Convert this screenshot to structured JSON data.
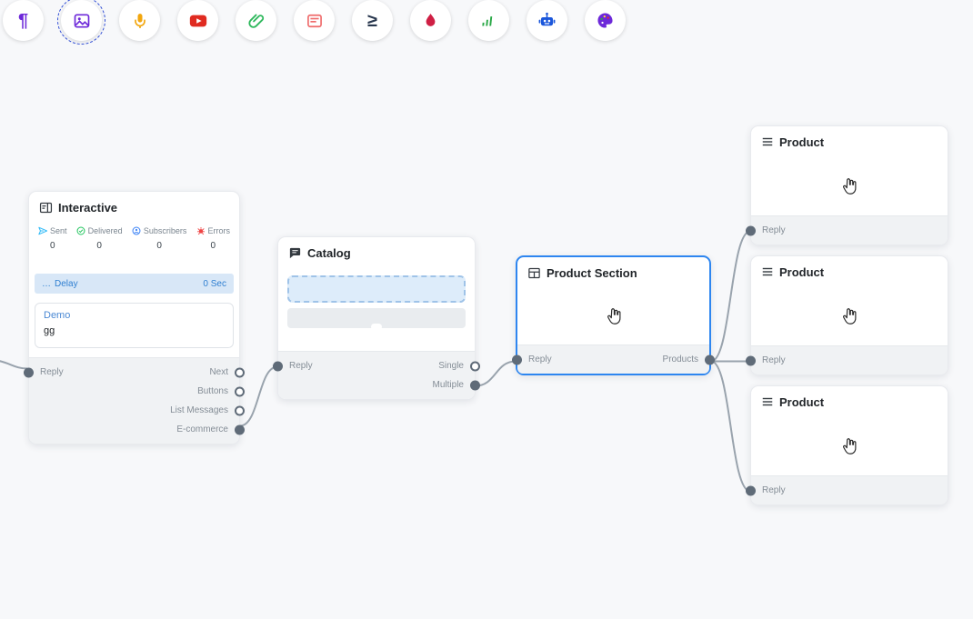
{
  "theme": {
    "canvas_bg": "#f7f8fa",
    "node_bg": "#ffffff",
    "footer_bg": "#f0f2f4",
    "selected_node_border": "#2e86f0",
    "edge_color": "#99a3ad",
    "handle_color": "#5f6b78",
    "delay_bg": "#d8e7f7",
    "delay_text": "#2f7fd1"
  },
  "toolbar": {
    "selected_index": 1,
    "items": [
      {
        "icon": "paragraph-icon",
        "color": "#6d28d9"
      },
      {
        "icon": "image-icon",
        "color": "#6d28d9"
      },
      {
        "icon": "microphone-icon",
        "color": "#f2a60d"
      },
      {
        "icon": "youtube-icon",
        "color": "#e02b20"
      },
      {
        "icon": "paperclip-icon",
        "color": "#2eb85c"
      },
      {
        "icon": "media-card-icon",
        "color": "#ef6b6b"
      },
      {
        "icon": "greater-equal-icon",
        "color": "#27364d"
      },
      {
        "icon": "droplet-icon",
        "color": "#cf1f44"
      },
      {
        "icon": "signal-icon",
        "color": "#28a745"
      },
      {
        "icon": "robot-icon",
        "color": "#1a56db"
      },
      {
        "icon": "palette-icon",
        "color": "#6d28d9"
      }
    ]
  },
  "nodes": {
    "interactive": {
      "title": "Interactive",
      "stats": [
        {
          "label": "Sent",
          "value": "0"
        },
        {
          "label": "Delivered",
          "value": "0"
        },
        {
          "label": "Subscribers",
          "value": "0"
        },
        {
          "label": "Errors",
          "value": "0"
        }
      ],
      "delay_label": "Delay",
      "delay_value": "0 Sec",
      "message_title": "Demo",
      "message_body": "gg",
      "reply_label": "Reply",
      "outputs": [
        {
          "label": "Next",
          "connected": false
        },
        {
          "label": "Buttons",
          "connected": false
        },
        {
          "label": "List Messages",
          "connected": false
        },
        {
          "label": "E-commerce",
          "connected": true
        }
      ]
    },
    "catalog": {
      "title": "Catalog",
      "reply_label": "Reply",
      "outputs": [
        {
          "label": "Single",
          "connected": false
        },
        {
          "label": "Multiple",
          "connected": true
        }
      ]
    },
    "product_section": {
      "title": "Product Section",
      "reply_label": "Reply",
      "products_label": "Products"
    },
    "products": [
      {
        "title": "Product",
        "reply_label": "Reply"
      },
      {
        "title": "Product",
        "reply_label": "Reply"
      },
      {
        "title": "Product",
        "reply_label": "Reply"
      }
    ]
  }
}
